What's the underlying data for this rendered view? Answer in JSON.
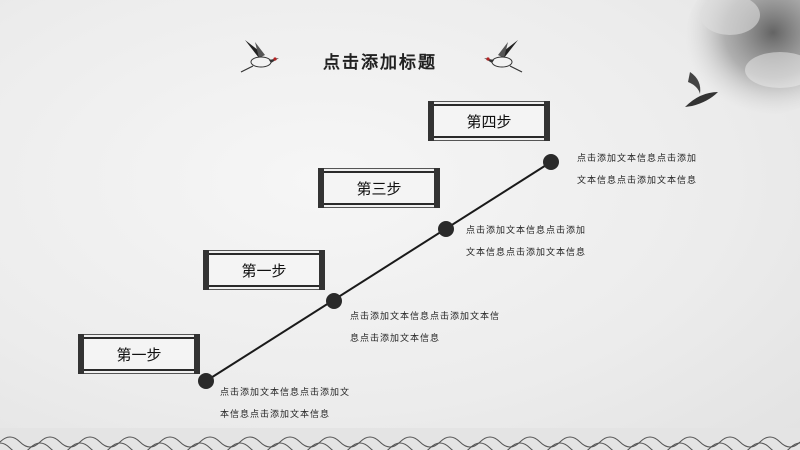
{
  "title": "点击添加标题",
  "steps": [
    {
      "label": "第一步",
      "desc_line1": "点击添加文本信息点击添加文",
      "desc_line2": "本信息点击添加文本信息"
    },
    {
      "label": "第一步",
      "desc_line1": "点击添加文本信息点击添加文本信",
      "desc_line2": "息点击添加文本信息"
    },
    {
      "label": "第三步",
      "desc_line1": "点击添加文本信息点击添加",
      "desc_line2": "文本信息点击添加文本信息"
    },
    {
      "label": "第四步",
      "desc_line1": "点击添加文本信息点击添加",
      "desc_line2": "文本信息点击添加文本信息"
    }
  ],
  "colors": {
    "ink": "#222222",
    "bird_accent": "#b22222"
  },
  "decor": {
    "birds": [
      "crane-icon",
      "crane-icon"
    ],
    "corner": "ink-landscape-icon",
    "fish": "koi-icon",
    "footer": "wave-pattern"
  }
}
